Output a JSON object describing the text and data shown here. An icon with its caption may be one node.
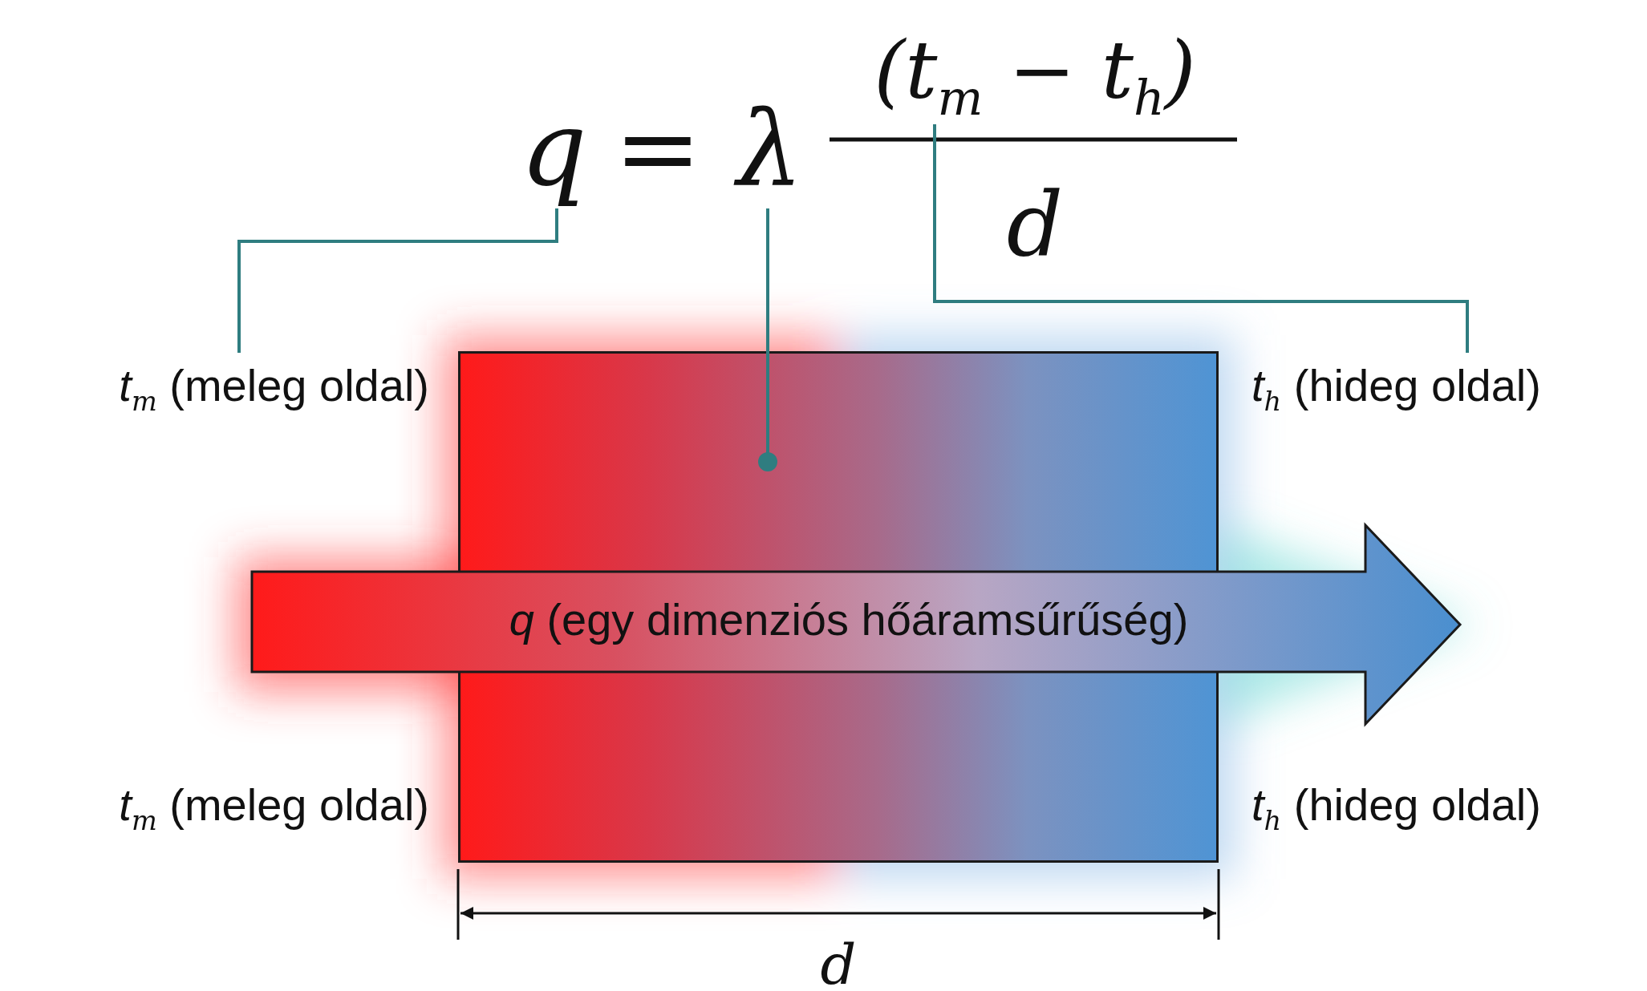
{
  "diagram": {
    "nodes": [
      {
        "text": [
          "q"
        ]
      },
      {
        "text": [
          "λ"
        ]
      },
      {
        "text": [
          "(*t*$_{m}$ − *t*$_{h}$)"
        ]
      },
      {
        "text": [
          "*t*$_{m}$ (meleg oldal)"
        ]
      },
      {
        "text": [],
        "shape": "box"
      },
      {
        "text": [
          "*t*$_{h}$ (hideg oldal)"
        ]
      },
      {
        "text": [
          "*q* (egy dimenziós hőáramsűrűség)"
        ]
      }
    ],
    "edges": [
      {
        "from": 0,
        "to": 3,
        "arrow": "none"
      },
      {
        "from": 1,
        "to": 4,
        "arrow": "other"
      },
      {
        "from": 2,
        "to": 5,
        "arrow": "none"
      }
    ],
    "labels": [
      "=",
      "d",
      "*t*$_{m}$ (meleg oldal)",
      "*t*$_{h}$ (hideg oldal)",
      "d"
    ]
  }
}
